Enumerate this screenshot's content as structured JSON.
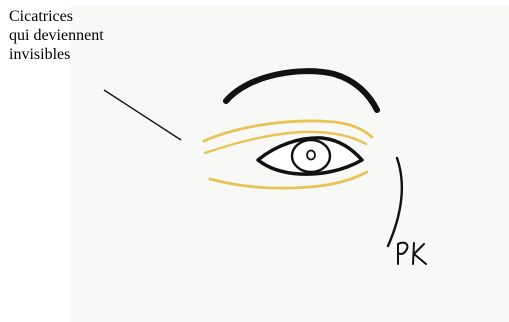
{
  "annotation": {
    "lines": [
      "Cicatrices",
      "qui deviennent",
      "invisibles"
    ]
  },
  "signature": "PK",
  "colors": {
    "ink": "#111111",
    "scar": "#e8c455",
    "paper": "#f8f8f6"
  }
}
